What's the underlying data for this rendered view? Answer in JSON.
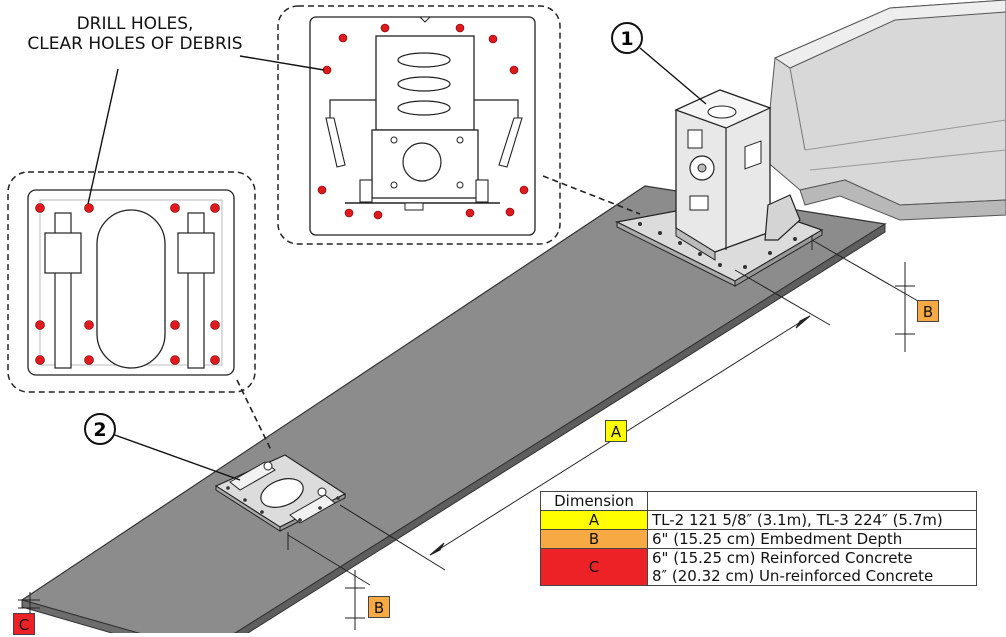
{
  "callout": {
    "line1": "DRILL HOLES,",
    "line2": "CLEAR HOLES OF DEBRIS"
  },
  "markers": {
    "item1": "1",
    "item2": "2"
  },
  "dimension_tags": {
    "a": "A",
    "b_top": "B",
    "b_bottom": "B",
    "c": "C"
  },
  "table": {
    "header": "Dimension",
    "rows": [
      {
        "code": "A",
        "color": "#ffff00",
        "lines": [
          "TL-2 121 5/8″ (3.1m), TL-3 224″ (5.7m)"
        ]
      },
      {
        "code": "B",
        "color": "#f7a944",
        "lines": [
          "6\" (15.25 cm) Embedment Depth"
        ]
      },
      {
        "code": "C",
        "color": "#ec2227",
        "lines": [
          "6\" (15.25 cm) Reinforced Concrete",
          "8″ (20.32 cm) Un-reinforced Concrete"
        ]
      }
    ]
  },
  "colors": {
    "slab": "#8c8c8c",
    "barrier": "#d6d6d6",
    "hole": "#e0191f",
    "tag_a": "#ffff00",
    "tag_b": "#f7a944",
    "tag_c": "#ec2227"
  }
}
